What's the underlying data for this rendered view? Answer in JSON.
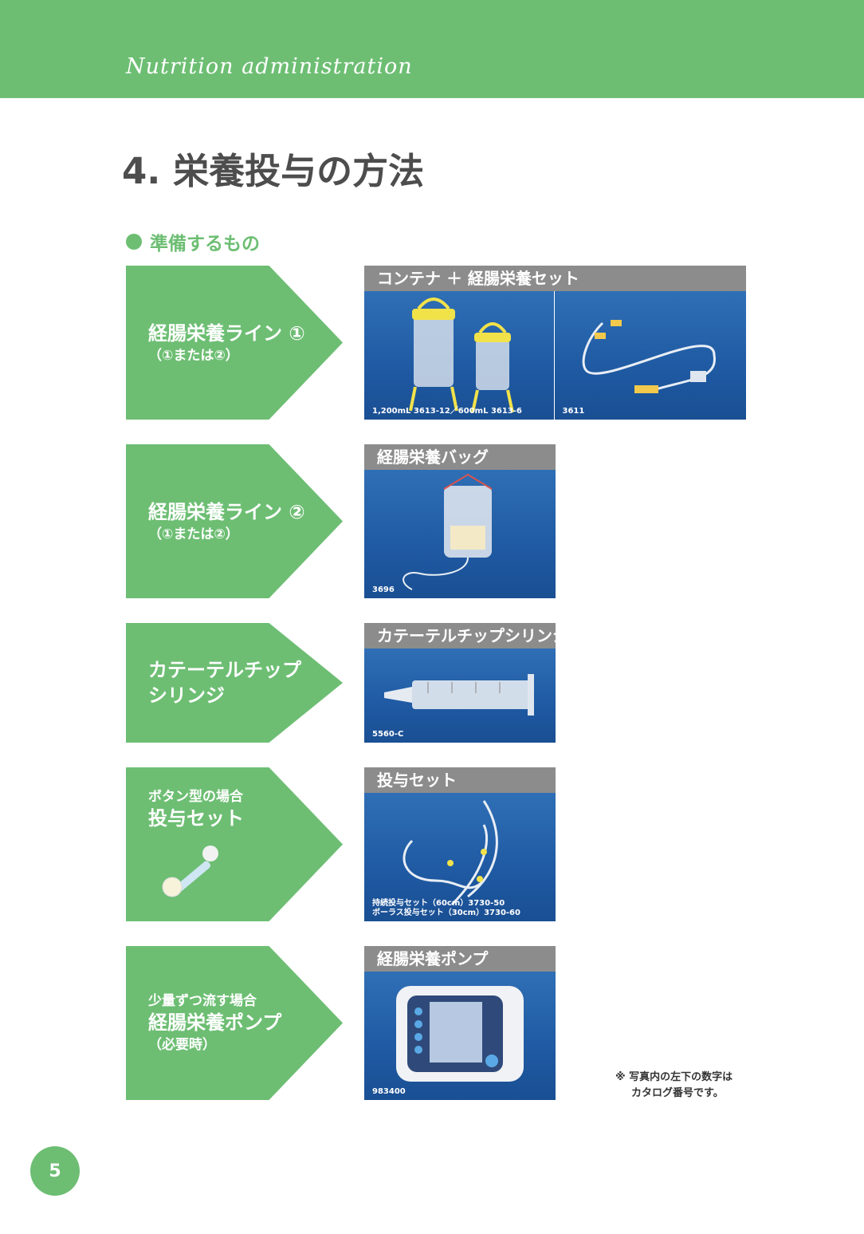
{
  "header": {
    "title": "Nutrition administration"
  },
  "page_title": "4. 栄養投与の方法",
  "section": {
    "heading": "準備するもの"
  },
  "rows": [
    {
      "label_big": "経腸栄養ライン ①",
      "label_sub": "（①または②）",
      "panel_title": "コンテナ ＋ 経腸栄養セット",
      "caption_left": "1,200mL 3613-12／600mL 3613-6",
      "caption_right": "3611"
    },
    {
      "label_big": "経腸栄養ライン ②",
      "label_sub": "（①または②）",
      "panel_title": "経腸栄養バッグ",
      "caption": "3696"
    },
    {
      "label_line1": "カテーテルチップ",
      "label_line2": "シリンジ",
      "panel_title": "カテーテルチップシリンジ",
      "caption": "5560-C"
    },
    {
      "label_small": "ボタン型の場合",
      "label_big": "投与セット",
      "panel_title": "投与セット",
      "caption_line1": "持続投与セット（60cm）3730-50",
      "caption_line2": "ボーラス投与セット（30cm）3730-60"
    },
    {
      "label_small": "少量ずつ流す場合",
      "label_big": "経腸栄養ポンプ",
      "label_sub": "（必要時）",
      "panel_title": "経腸栄養ポンプ",
      "caption": "983400"
    }
  ],
  "note": {
    "line1": "※ 写真内の左下の数字は",
    "line2": "カタログ番号です。"
  },
  "page_number": "5",
  "colors": {
    "accent_green": "#6dbe73",
    "panel_gray": "#8c8c8c",
    "photo_blue": "#1f5aa3"
  }
}
